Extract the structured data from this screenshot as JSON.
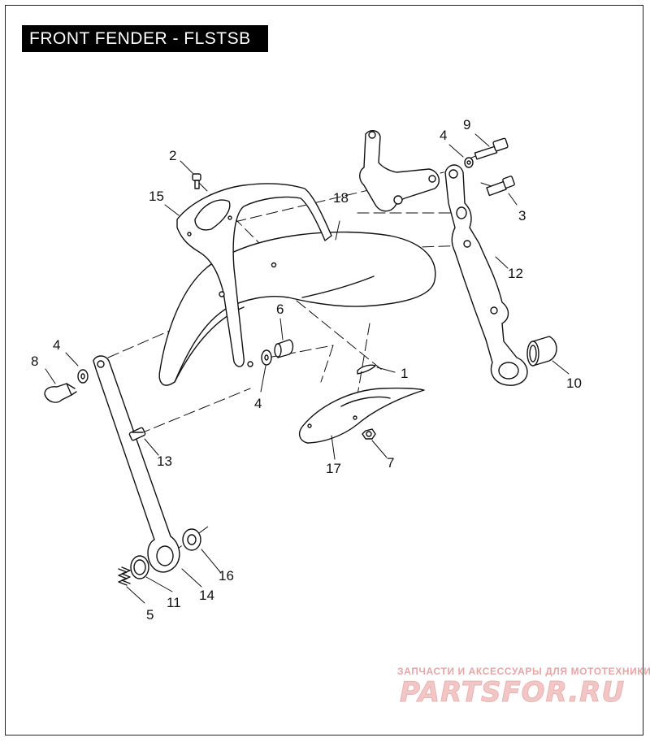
{
  "title": "FRONT FENDER - FLSTSB",
  "callouts": [
    {
      "id": "c1",
      "text": "1"
    },
    {
      "id": "c2",
      "text": "2"
    },
    {
      "id": "c3",
      "text": "3"
    },
    {
      "id": "c4a",
      "text": "4"
    },
    {
      "id": "c4b",
      "text": "4"
    },
    {
      "id": "c4c",
      "text": "4"
    },
    {
      "id": "c5",
      "text": "5"
    },
    {
      "id": "c6",
      "text": "6"
    },
    {
      "id": "c7",
      "text": "7"
    },
    {
      "id": "c8",
      "text": "8"
    },
    {
      "id": "c9",
      "text": "9"
    },
    {
      "id": "c10",
      "text": "10"
    },
    {
      "id": "c11",
      "text": "11"
    },
    {
      "id": "c12",
      "text": "12"
    },
    {
      "id": "c13",
      "text": "13"
    },
    {
      "id": "c14",
      "text": "14"
    },
    {
      "id": "c15",
      "text": "15"
    },
    {
      "id": "c16",
      "text": "16"
    },
    {
      "id": "c17",
      "text": "17"
    },
    {
      "id": "c18",
      "text": "18"
    }
  ],
  "watermark": {
    "tagline": "ЗАПЧАСТИ И АКСЕССУАРЫ ДЛЯ МОТОТЕХНИКИ",
    "logo": "PARTSFOR.RU",
    "color": "#f0b9b9"
  }
}
